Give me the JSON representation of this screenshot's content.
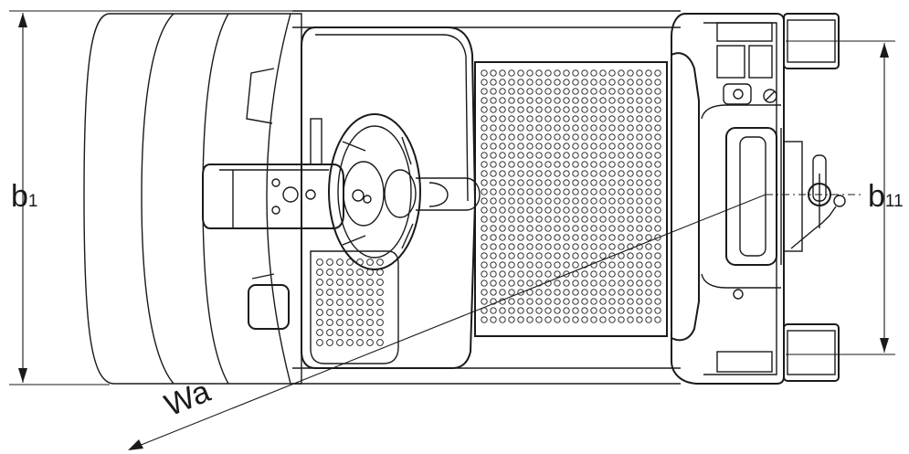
{
  "labels": {
    "b1": {
      "main": "b",
      "sub": "1"
    },
    "b11": {
      "main": "b",
      "sub": "11"
    },
    "wa": "Wa"
  },
  "colors": {
    "line": "#1a1a1a",
    "background": "#ffffff"
  }
}
